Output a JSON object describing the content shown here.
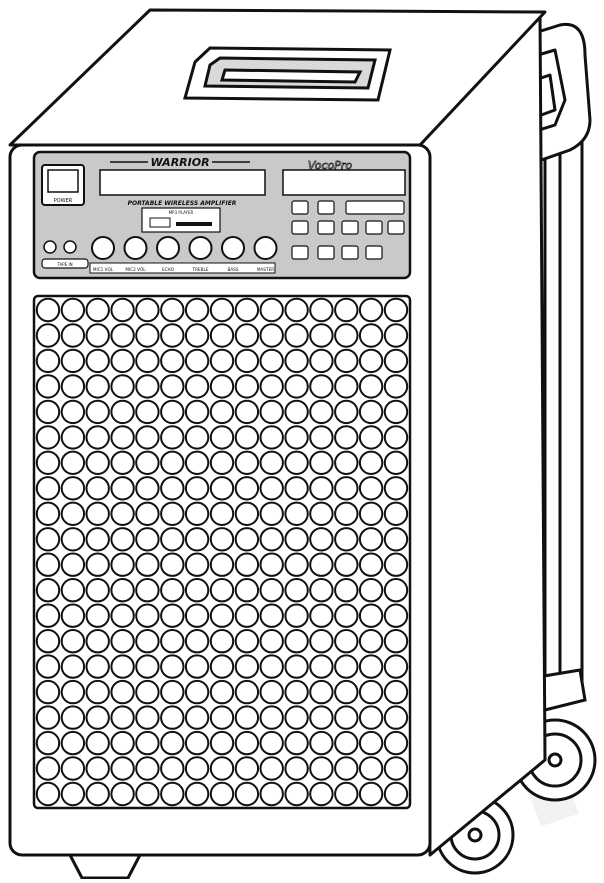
{
  "product": {
    "model_name": "WARRIOR",
    "brand": "VocoPro",
    "subtitle": "PORTABLE WIRELESS AMPLIFIER",
    "usb_player_label": "MP3 PLAYER"
  },
  "controls": {
    "power_label": "POWER",
    "knob_labels": [
      "MIC1 VOL",
      "MIC2 VOL",
      "ECHO",
      "TREBLE",
      "BASS",
      "MASTER"
    ],
    "tape_label": "TAPE IN"
  },
  "colors": {
    "outline": "#111111",
    "panel_fill": "#c9c9c9",
    "body_fill": "#ffffff",
    "watermark": "#f2f2f2"
  },
  "speaker_grille": {
    "rows": 20,
    "cols": 15
  }
}
